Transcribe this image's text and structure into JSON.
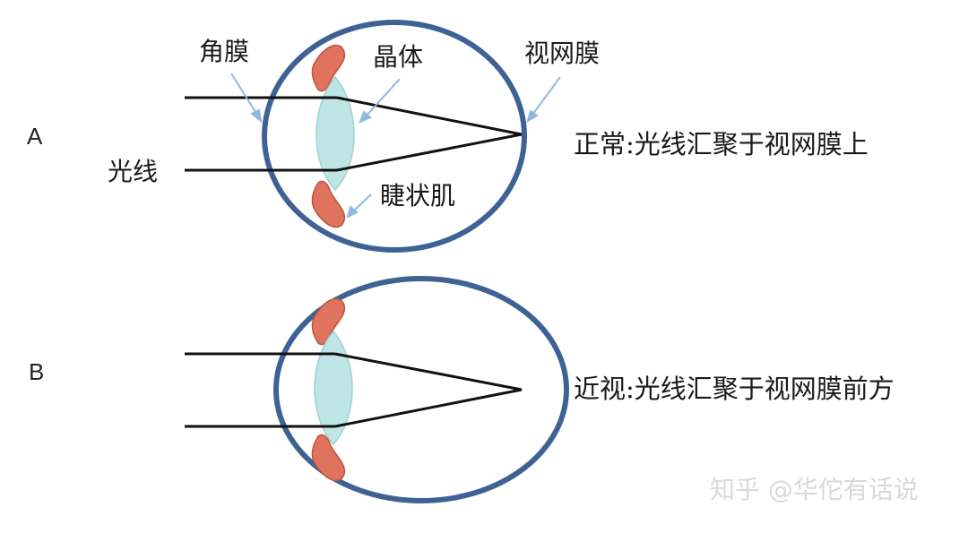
{
  "panel_a": {
    "letter": "A",
    "labels": {
      "cornea": "角膜",
      "lens": "晶体",
      "retina": "视网膜",
      "light": "光线",
      "ciliary": "睫状肌"
    },
    "caption": "正常:光线汇聚于视网膜上"
  },
  "panel_b": {
    "letter": "B",
    "caption": "近视:光线汇聚于视网膜前方"
  },
  "watermark": "知乎 @华佗有话说",
  "colors": {
    "eyeball_outline": "#3f6294",
    "lens_fill": "#bfe6e6",
    "ciliary_fill": "#e0735e",
    "ray": "#111111",
    "pointer": "#8fb8dc"
  }
}
